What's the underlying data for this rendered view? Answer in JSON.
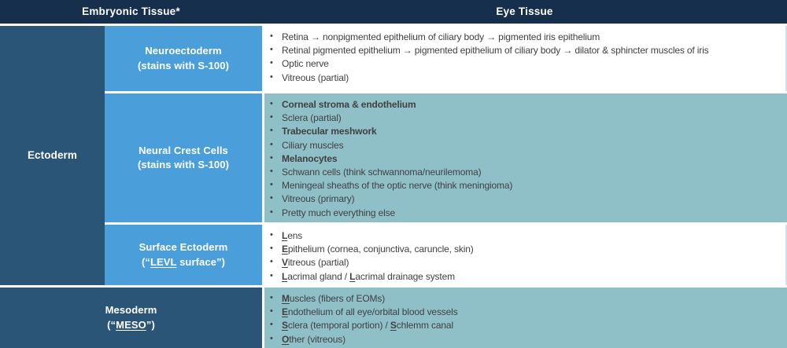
{
  "colors": {
    "header_navy": "#152F4D",
    "ectoderm_blue": "#2B5577",
    "label_blue": "#4A9FDB",
    "teal": "#8FC0C8",
    "text": "#414042",
    "white_row": "#FFFFFF"
  },
  "header": {
    "embryonic": "Embryonic Tissue*",
    "eye": "Eye Tissue"
  },
  "ectoderm_label": "Ectoderm",
  "rows": [
    {
      "name": "neuroectoderm",
      "label_lines": [
        [
          {
            "t": "Neuroectoderm"
          }
        ],
        [
          {
            "t": "(stains with S-100)"
          }
        ]
      ],
      "bullets": [
        [
          {
            "t": "Retina → nonpigmented epithelium of ciliary body → pigmented iris epithelium"
          }
        ],
        [
          {
            "t": "Retinal pigmented epithelium → pigmented epithelium of ciliary body → dilator & sphincter muscles of iris"
          }
        ],
        [
          {
            "t": "Optic nerve"
          }
        ],
        [
          {
            "t": "Vitreous (partial)"
          }
        ]
      ]
    },
    {
      "name": "neural-crest-cells",
      "label_lines": [
        [
          {
            "t": "Neural Crest Cells"
          }
        ],
        [
          {
            "t": "(stains with S-100)"
          }
        ]
      ],
      "bullets": [
        [
          {
            "t": "Corneal stroma & endothelium",
            "b": true
          }
        ],
        [
          {
            "t": "Sclera (partial)"
          }
        ],
        [
          {
            "t": "Trabecular meshwork",
            "b": true
          }
        ],
        [
          {
            "t": "Ciliary muscles"
          }
        ],
        [
          {
            "t": "Melanocytes",
            "b": true
          }
        ],
        [
          {
            "t": "Schwann cells (think schwannoma/neurilemoma)"
          }
        ],
        [
          {
            "t": "Meningeal sheaths of the optic nerve (think meningioma)"
          }
        ],
        [
          {
            "t": "Vitreous (primary)"
          }
        ],
        [
          {
            "t": "Pretty much everything else"
          }
        ]
      ]
    },
    {
      "name": "surface-ectoderm",
      "label_lines": [
        [
          {
            "t": "Surface Ectoderm"
          }
        ],
        [
          {
            "t": "(“"
          },
          {
            "t": "LEVL",
            "u": true
          },
          {
            "t": " surface”)"
          }
        ]
      ],
      "bullets": [
        [
          {
            "t": "L",
            "b": true,
            "u": true
          },
          {
            "t": "ens"
          }
        ],
        [
          {
            "t": "E",
            "b": true,
            "u": true
          },
          {
            "t": "pithelium (cornea, conjunctiva, caruncle, skin)"
          }
        ],
        [
          {
            "t": "V",
            "b": true,
            "u": true
          },
          {
            "t": "itreous (partial)"
          }
        ],
        [
          {
            "t": "L",
            "b": true,
            "u": true
          },
          {
            "t": "acrimal gland / "
          },
          {
            "t": "L",
            "b": true,
            "u": true
          },
          {
            "t": "acrimal drainage system"
          }
        ]
      ]
    },
    {
      "name": "mesoderm",
      "label_lines": [
        [
          {
            "t": "Mesoderm"
          }
        ],
        [
          {
            "t": "(“"
          },
          {
            "t": "MESO",
            "u": true
          },
          {
            "t": "”)"
          }
        ]
      ],
      "bullets": [
        [
          {
            "t": "M",
            "b": true,
            "u": true
          },
          {
            "t": "uscles (fibers of EOMs)"
          }
        ],
        [
          {
            "t": "E",
            "b": true,
            "u": true
          },
          {
            "t": "ndothelium of all eye/orbital blood vessels"
          }
        ],
        [
          {
            "t": "S",
            "b": true,
            "u": true
          },
          {
            "t": "clera (temporal portion) / "
          },
          {
            "t": "S",
            "b": true,
            "u": true
          },
          {
            "t": "chlemm canal"
          }
        ],
        [
          {
            "t": "O",
            "b": true,
            "u": true
          },
          {
            "t": "ther (vitreous)"
          }
        ]
      ]
    }
  ],
  "bullet_icon": "•"
}
